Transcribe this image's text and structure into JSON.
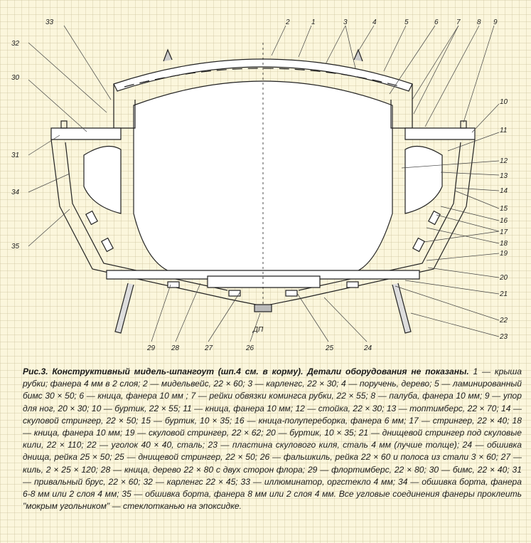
{
  "labels": {
    "l1": "1",
    "l2": "2",
    "l3": "3",
    "l4": "4",
    "l5": "5",
    "l6": "6",
    "l7": "7",
    "l8": "8",
    "l9": "9",
    "l10": "10",
    "l11": "11",
    "l12": "12",
    "l13": "13",
    "l14": "14",
    "l15": "15",
    "l16": "16",
    "l17": "17",
    "l18": "18",
    "l19": "19",
    "l20": "20",
    "l21": "21",
    "l22": "22",
    "l23": "23",
    "l24": "24",
    "l25": "25",
    "l26": "26",
    "l27": "27",
    "l28": "28",
    "l29": "29",
    "l30": "30",
    "l31": "31",
    "l32": "32",
    "l33": "33",
    "l34": "34",
    "l35": "35",
    "dp": "ДП"
  },
  "caption": {
    "title": "Рис.3. Конструктивный мидель-шпангоут (шп.4 см. в корму). Детали оборудования не показаны.",
    "body": "1 — крыша рубки; фанера 4 мм в 2 слоя; 2 — мидельвейс, 22 × 60; 3 — карленгс, 22 × 30; 4 — поручень, дерево; 5 — ламинированный бимс 30 × 50; 6 — кница, фанера 10 мм ; 7 — рейки обвязки комингса рубки, 22 × 55; 8 — палуба, фанера 10 мм; 9 — упор для ног, 20 × 30; 10 — буртик, 22 × 55; 11 — кница, фанера 10 мм; 12 — стойка, 22 × 30; 13 — топтимберс, 22 × 70; 14 — скуловой стрингер, 22 × 50; 15 — буртик, 10 × 35; 16 — кница-полупереборка, фанера 6 мм; 17 — стрингер, 22 × 40; 18 — кница, фанера 10 мм; 19 — скуловой стрингер, 22 × 62; 20 — буртик, 10 × 35; 21 — днищевой стрингер под скуловые кили, 22 × 110; 22 — уголок 40 × 40, сталь; 23 — пластина скулового киля, сталь 4 мм (лучше толще); 24 — обшивка днища, рейка 25 × 50; 25 — днищевой стрингер, 22 × 50; 26 — фальшкиль, рейка 22 × 60 и полоса из стали 3 × 60; 27 — киль, 2 × 25 × 120; 28 — кница, дерево 22 × 80 с двух сторон флора; 29 — флортимберс, 22 × 80; 30 — бимс, 22 × 40; 31 — привальный брус, 22 × 60; 32 — карленгс 22 × 45; 33 — иллюминатор, оргстекло 4 мм; 34 — обшивка борта, фанера 6-8 мм или 2 слоя 4 мм; 35 — обшивка борта, фанера 8 мм или 2 слоя 4 мм. Все угловые соединения фанеры проклеить \"мокрым угольником\" — стеклотканью на эпоксидке."
  }
}
